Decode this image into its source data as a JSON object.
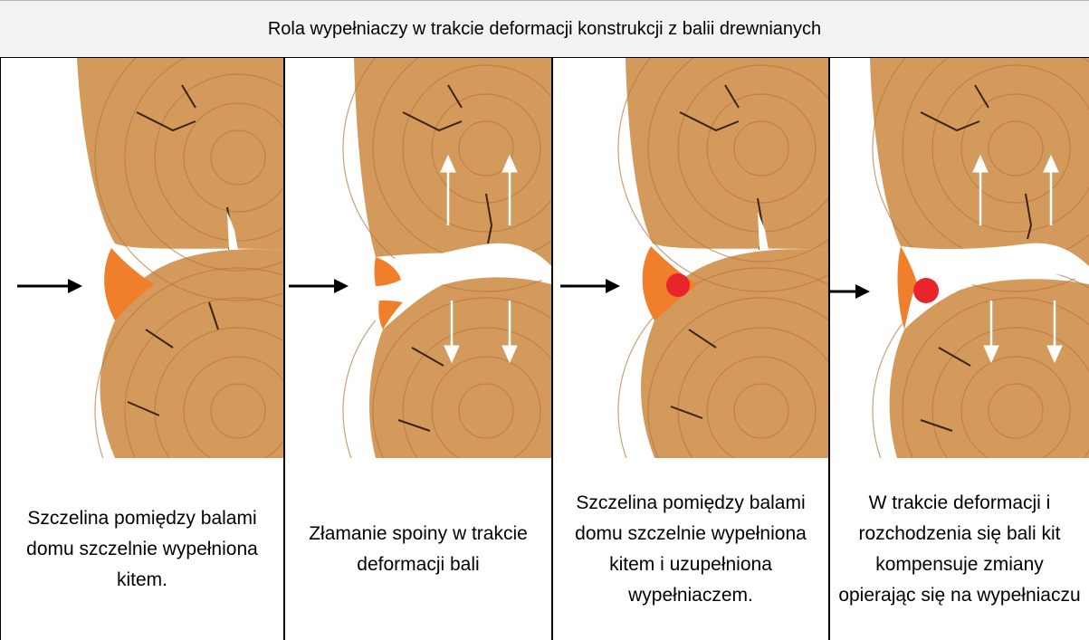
{
  "title": "Rola wypełniaczy w trakcie deformacji konstrukcji z balii drewnianych",
  "colors": {
    "wood": "#d49a5c",
    "wood_ring": "#b5773f",
    "crack": "#3b2412",
    "sealant": "#f07f2c",
    "filler": "#e8252a",
    "arrow": "#000000",
    "background": "#ffffff"
  },
  "panels": [
    {
      "caption": "Szczelina pomiędzy balami domu szczelnie wypełniona kitem."
    },
    {
      "caption": "Złamanie spoiny w trakcie deformacji bali"
    },
    {
      "caption": "Szczelina pomiędzy balami domu szczelnie wypełniona kitem i uzupełniona wypełniaczem."
    },
    {
      "caption": "W trakcie deformacji i rozchodzenia się bali kit kompensuje zmiany opierając się na wypełniaczu"
    }
  ]
}
